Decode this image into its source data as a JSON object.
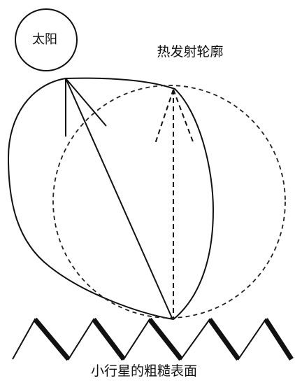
{
  "diagram": {
    "sun_label": "太阳",
    "contour_label": "热发射轮廓",
    "surface_label": "小行星的粗糙表面"
  },
  "colors": {
    "stroke": "#111111",
    "background": "#ffffff"
  }
}
